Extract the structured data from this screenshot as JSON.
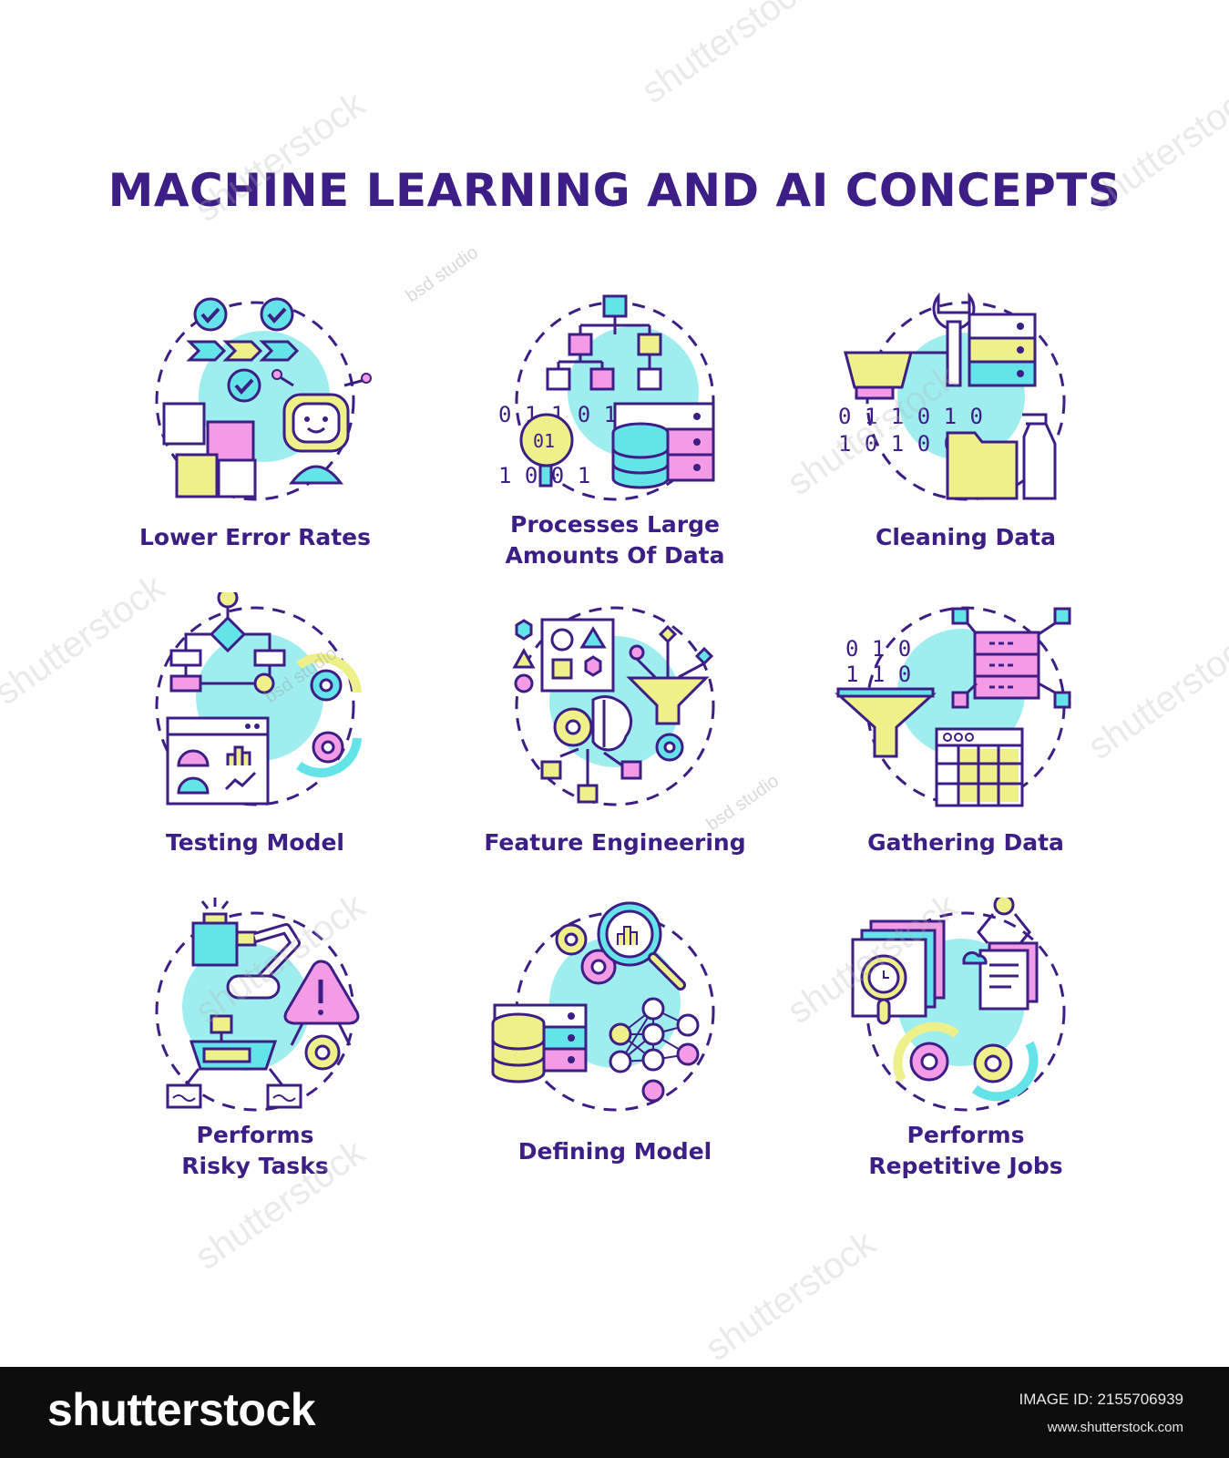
{
  "title": "MACHINE LEARNING AND AI CONCEPTS",
  "colors": {
    "outline": "#3d1e86",
    "cyan": "#64e4e8",
    "cyan_bg": "#9eeeef",
    "pink": "#f49be6",
    "yellow": "#eef08a",
    "white": "#ffffff"
  },
  "icons": [
    {
      "name": "lower-error-rates-icon",
      "label_lines": [
        "Lower Error Rates"
      ]
    },
    {
      "name": "processes-large-amounts-of-data-icon",
      "label_lines": [
        "Processes Large",
        "Amounts Of Data"
      ]
    },
    {
      "name": "cleaning-data-icon",
      "label_lines": [
        "Cleaning Data"
      ]
    },
    {
      "name": "testing-model-icon",
      "label_lines": [
        "Testing Model"
      ]
    },
    {
      "name": "feature-engineering-icon",
      "label_lines": [
        "Feature Engineering"
      ]
    },
    {
      "name": "gathering-data-icon",
      "label_lines": [
        "Gathering Data"
      ]
    },
    {
      "name": "performs-risky-tasks-icon",
      "label_lines": [
        "Performs",
        "Risky Tasks"
      ]
    },
    {
      "name": "defining-model-icon",
      "label_lines": [
        "Defining Model"
      ]
    },
    {
      "name": "performs-repetitive-jobs-icon",
      "label_lines": [
        "Performs",
        "Repetitive Jobs"
      ]
    }
  ],
  "watermark": {
    "text": "shutterstock",
    "artist": "bsd studio"
  },
  "footer": {
    "brand": "shutterstock",
    "image_id_label": "IMAGE ID:",
    "image_id": "2155706939",
    "url": "www.shutterstock.com"
  }
}
